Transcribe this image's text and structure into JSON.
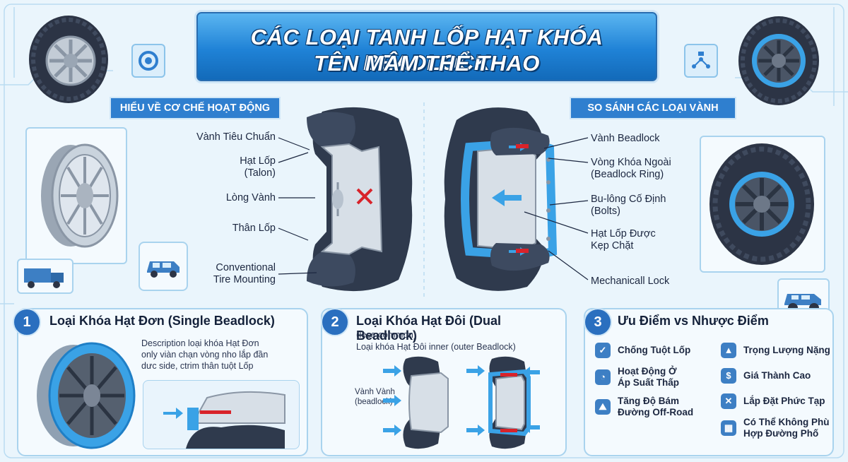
{
  "title": {
    "line1": "CÁC LOẠI TANH LỐP HẠT KHÓA BEADLOCK",
    "line2": "TÊN MÂM THỂ THAO"
  },
  "left_section": {
    "heading": "HIỂU VỀ CƠ CHẾ HOẠT ĐỘNG",
    "labels": [
      "Vành Tiêu Chuẩn",
      "Hạt Lốp\n(Talon)",
      "Lòng Vành",
      "Thân Lốp",
      "Conventional\nTire Mounting"
    ]
  },
  "right_section": {
    "heading": "SO SÁNH CÁC LOẠI VÀNH",
    "labels": [
      "Vành Beadlock",
      "Vòng Khóa Ngoài\n(Beadlock Ring)",
      "Bu-lông Cố Định\n(Bolts)",
      "Hạt Lốp Được\nKẹp Chặt",
      "Mechanicall Lock"
    ]
  },
  "panel1": {
    "number": "1",
    "title": "Loại Khóa Hạt Đơn (Single Beadlock)",
    "description": "Description loại khóa Hạt Đơn\nonly viàn chạn vòng nho lắp đần\ndưc side, ctrim thân tuột Lốp"
  },
  "panel2": {
    "number": "2",
    "title": "Loại Khóa Hạt Đôi (Dual Beadlock)",
    "subtitle": "(less common)",
    "description": "Loại khóa Hạt Đôi inner (outer Beadlock)",
    "side_label": "Vành Vành\n(beadlock)"
  },
  "panel3": {
    "number": "3",
    "title": "Ưu Điểm vs Nhược Điểm",
    "advantages": [
      {
        "icon": "check-icon",
        "glyph": "✓",
        "text": "Chống Tuột Lốp"
      },
      {
        "icon": "gauge-icon",
        "glyph": "◔",
        "text": "Hoạt Động Ở\nÁp Suất Thấp"
      },
      {
        "icon": "traction-icon",
        "glyph": "⛰",
        "text": "Tăng Độ Bám\nĐường Off-Road"
      }
    ],
    "disadvantages": [
      {
        "icon": "weight-icon",
        "glyph": "▲",
        "text": "Trọng Lượng Nặng"
      },
      {
        "icon": "dollar-icon",
        "glyph": "$",
        "text": "Giá Thành Cao"
      },
      {
        "icon": "tools-icon",
        "glyph": "✕",
        "text": "Lắp Đặt Phức Tạp"
      },
      {
        "icon": "road-icon",
        "glyph": "▦",
        "text": "Có Thể Không Phù\nHợp Đường Phố"
      }
    ]
  },
  "colors": {
    "accent": "#2f7fcf",
    "tire": "#2f3a4d",
    "rim": "#c9d3dd",
    "ring": "#3aa2e6",
    "bg": "#eaf5fc",
    "cross": "#d8232a"
  }
}
